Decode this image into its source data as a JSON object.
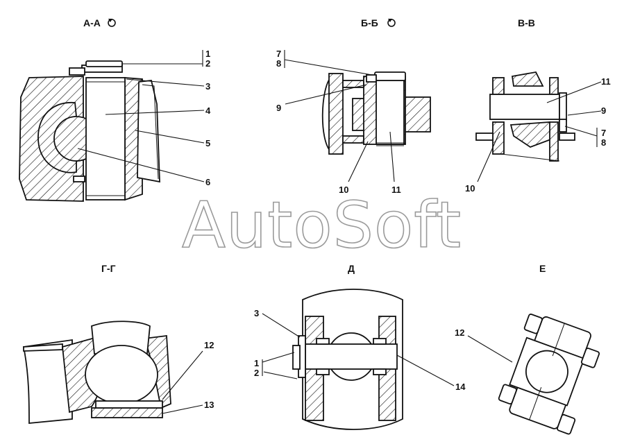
{
  "views": {
    "aa": {
      "title": "А-А",
      "labels": [
        "1",
        "2",
        "3",
        "4",
        "5",
        "6"
      ]
    },
    "bb": {
      "title": "Б-Б",
      "labels": [
        "7",
        "8",
        "9",
        "10",
        "11"
      ]
    },
    "vv": {
      "title": "В-В",
      "labels": [
        "11",
        "9",
        "7",
        "8",
        "10"
      ]
    },
    "gg": {
      "title": "Г-Г",
      "labels": [
        "12",
        "13"
      ]
    },
    "d": {
      "title": "Д",
      "labels": [
        "3",
        "1",
        "2",
        "14"
      ]
    },
    "e": {
      "title": "Е",
      "labels": [
        "12"
      ]
    }
  },
  "watermark": "AutoSoft",
  "icons": {
    "rotate": "rotation-symbol-icon"
  }
}
